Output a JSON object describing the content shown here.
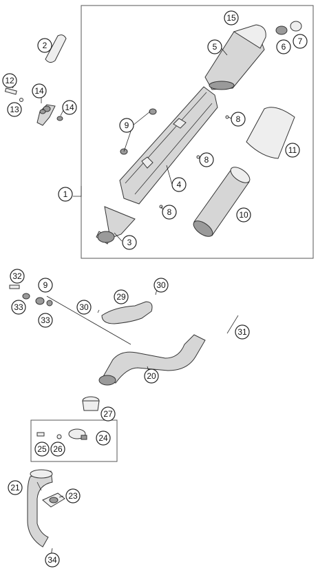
{
  "diagram": {
    "callouts": [
      "1",
      "2",
      "3",
      "4",
      "5",
      "6",
      "7",
      "8",
      "8",
      "8",
      "9",
      "9",
      "10",
      "11",
      "12",
      "13",
      "14",
      "14",
      "15",
      "20",
      "21",
      "23",
      "24",
      "25",
      "26",
      "27",
      "29",
      "30",
      "30",
      "31",
      "32",
      "33",
      "33",
      "34"
    ]
  }
}
